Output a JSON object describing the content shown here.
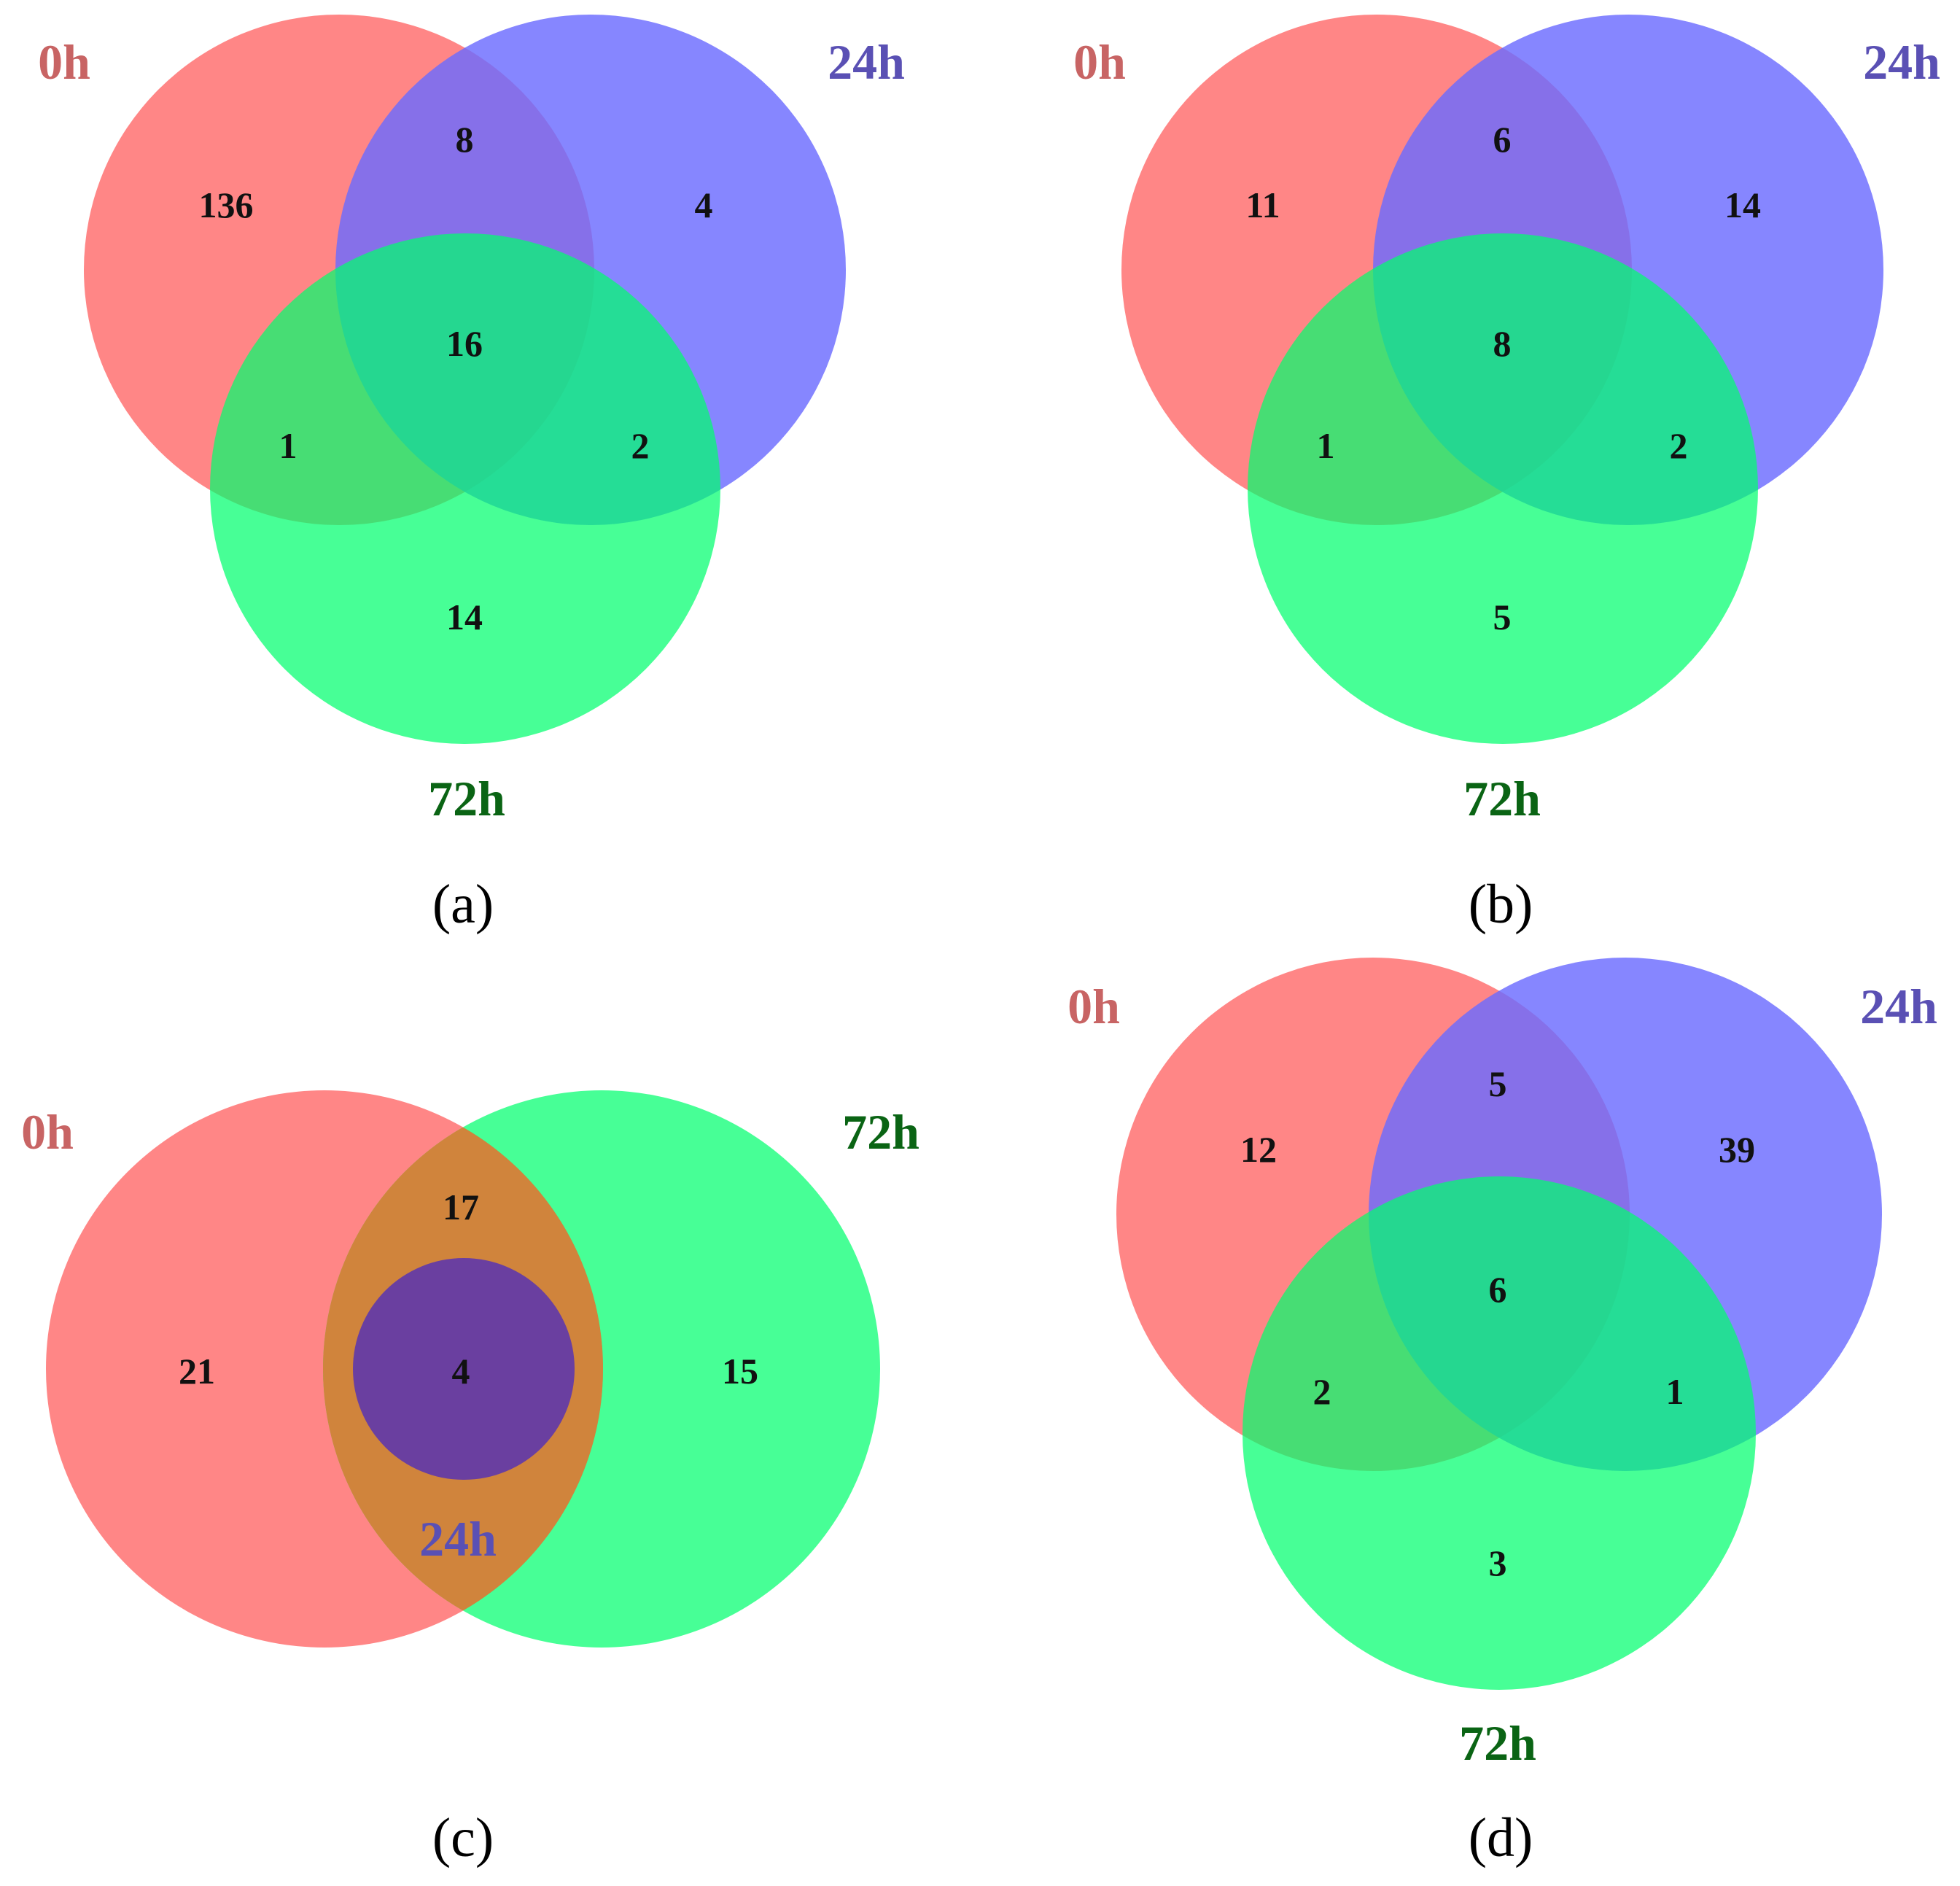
{
  "colors": {
    "set_0h": "#ff6b6b",
    "set_24h": "#6b6bff",
    "set_72h": "#00ff6e",
    "label_0h": "#c86464",
    "label_24h": "#5a50b4",
    "label_72h": "#0a6414",
    "count_text": "#111111"
  },
  "panels": [
    {
      "caption": "(a)",
      "sets": {
        "a": "0h",
        "b": "24h",
        "c": "72h"
      },
      "counts": {
        "a": "136",
        "ab": "8",
        "b": "4",
        "abc": "16",
        "ac": "1",
        "bc": "2",
        "c": "14"
      }
    },
    {
      "caption": "(b)",
      "sets": {
        "a": "0h",
        "b": "24h",
        "c": "72h"
      },
      "counts": {
        "a": "11",
        "ab": "6",
        "b": "14",
        "abc": "8",
        "ac": "1",
        "bc": "2",
        "c": "5"
      }
    },
    {
      "caption": "(c)",
      "sets": {
        "a": "0h",
        "b": "72h",
        "inner": "24h"
      },
      "counts": {
        "a": "21",
        "ab": "17",
        "inner": "4",
        "b": "15"
      }
    },
    {
      "caption": "(d)",
      "sets": {
        "a": "0h",
        "b": "24h",
        "c": "72h"
      },
      "counts": {
        "a": "12",
        "ab": "5",
        "b": "39",
        "abc": "6",
        "ac": "2",
        "bc": "1",
        "c": "3"
      }
    }
  ]
}
